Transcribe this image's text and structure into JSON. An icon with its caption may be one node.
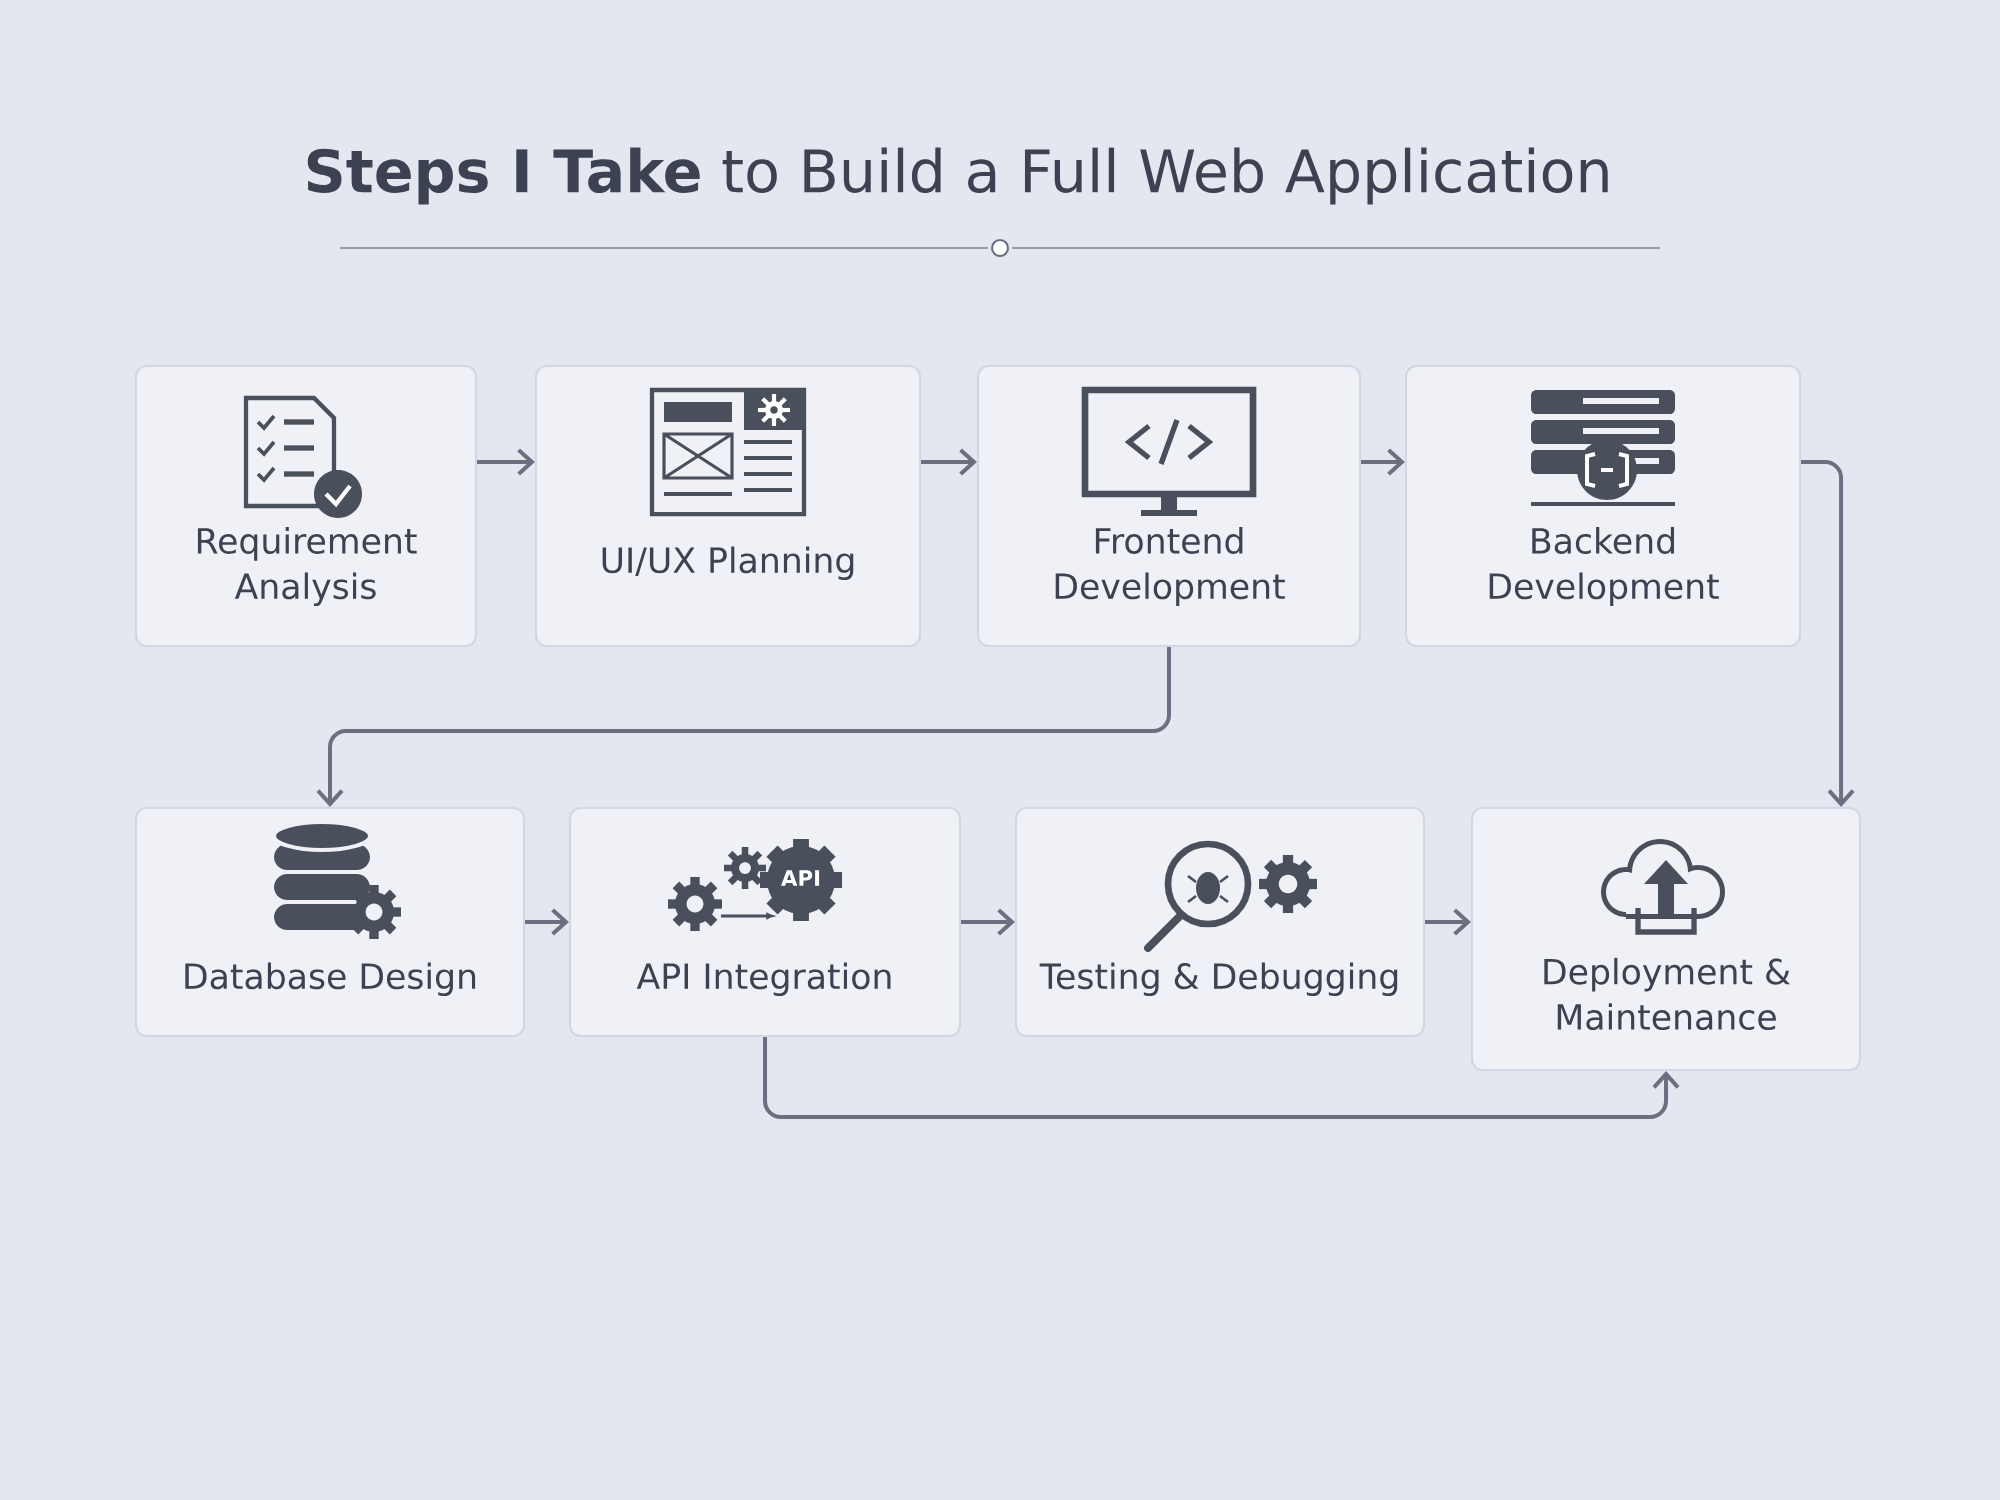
{
  "diagram": {
    "title": "**Steps I Take** to Build a Full Web Application",
    "nodes": [
      {
        "text": [
          "Requirement Analysis"
        ]
      },
      {
        "text": [
          "UI/UX Planning"
        ]
      },
      {
        "text": [
          "Frontend Development"
        ]
      },
      {
        "text": [
          "Backend Development"
        ]
      },
      {
        "text": [
          "Database Design"
        ]
      },
      {
        "text": [
          "API Integration"
        ]
      },
      {
        "text": [
          "Testing & Debugging"
        ]
      },
      {
        "text": [
          "Deployment & Maintenance"
        ]
      }
    ],
    "edges": [
      {
        "from": 0,
        "to": 1,
        "arrow": "to"
      },
      {
        "from": 1,
        "to": 2,
        "arrow": "to"
      },
      {
        "from": 2,
        "to": 3,
        "arrow": "to"
      },
      {
        "from": 3,
        "to": 7,
        "arrow": "to"
      },
      {
        "from": 2,
        "to": 4,
        "arrow": "to"
      },
      {
        "from": 4,
        "to": 5,
        "arrow": "to"
      },
      {
        "from": 5,
        "to": 6,
        "arrow": "to"
      },
      {
        "from": 6,
        "to": 7,
        "arrow": "to"
      },
      {
        "from": 5,
        "to": 7,
        "arrow": "to"
      }
    ],
    "labels": [
      "API"
    ]
  }
}
